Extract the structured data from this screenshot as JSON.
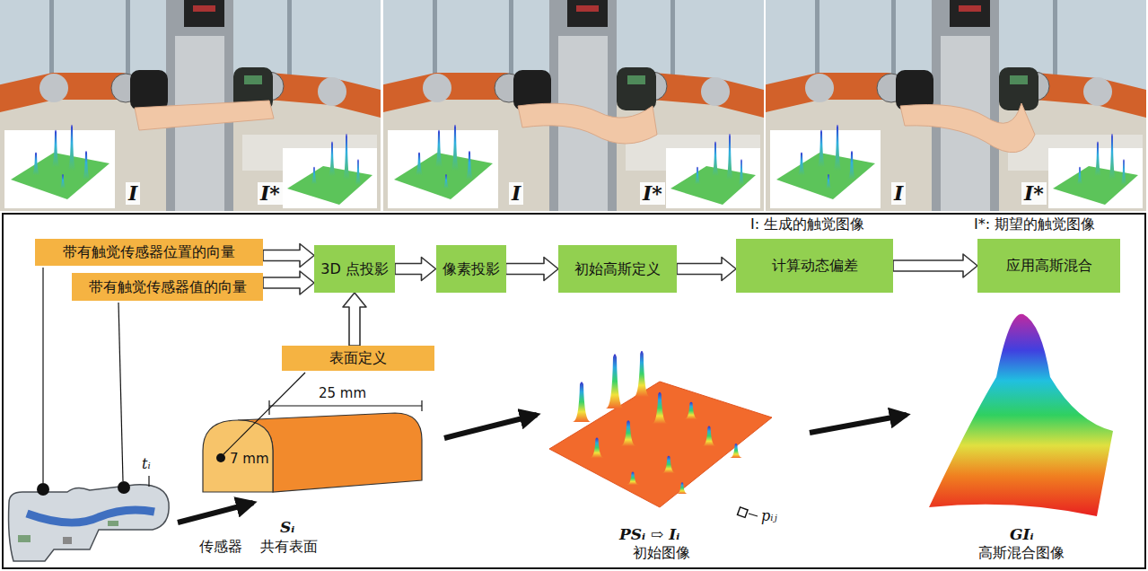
{
  "diagram": {
    "nodes": [
      {
        "text": [
          "带有触觉传感器位置的向量"
        ]
      },
      {
        "text": [
          "带有触觉传感器值的向量"
        ]
      },
      {
        "text": [
          "3D 点投影"
        ]
      },
      {
        "text": [
          "像素投影"
        ]
      },
      {
        "text": [
          "初始高斯定义"
        ]
      },
      {
        "text": [
          "计算动态偏差"
        ]
      },
      {
        "text": [
          "应用高斯混合"
        ]
      },
      {
        "text": [
          "表面定义"
        ]
      }
    ],
    "edges": [
      {
        "from": 0,
        "to": 2,
        "arrow": "to"
      },
      {
        "from": 1,
        "to": 2,
        "arrow": "to"
      },
      {
        "from": 7,
        "to": 2,
        "arrow": "to"
      },
      {
        "from": 2,
        "to": 3,
        "arrow": "to"
      },
      {
        "from": 3,
        "to": 4,
        "arrow": "to"
      },
      {
        "from": 4,
        "to": 5,
        "arrow": "to"
      },
      {
        "from": 5,
        "to": 6,
        "arrow": "to"
      }
    ],
    "labels": [
      "I",
      "I*",
      "I",
      "I*",
      "I",
      "I*",
      "I: 生成的触觉图像",
      "I*: 期望的触觉图像",
      "tᵢ",
      "传感器",
      "25 mm",
      "7 mm",
      "Sᵢ",
      "共有表面",
      "pᵢⱼ",
      "PSᵢ ⇨ Iᵢ",
      "初始图像",
      "GIᵢ",
      "高斯混合图像"
    ]
  }
}
